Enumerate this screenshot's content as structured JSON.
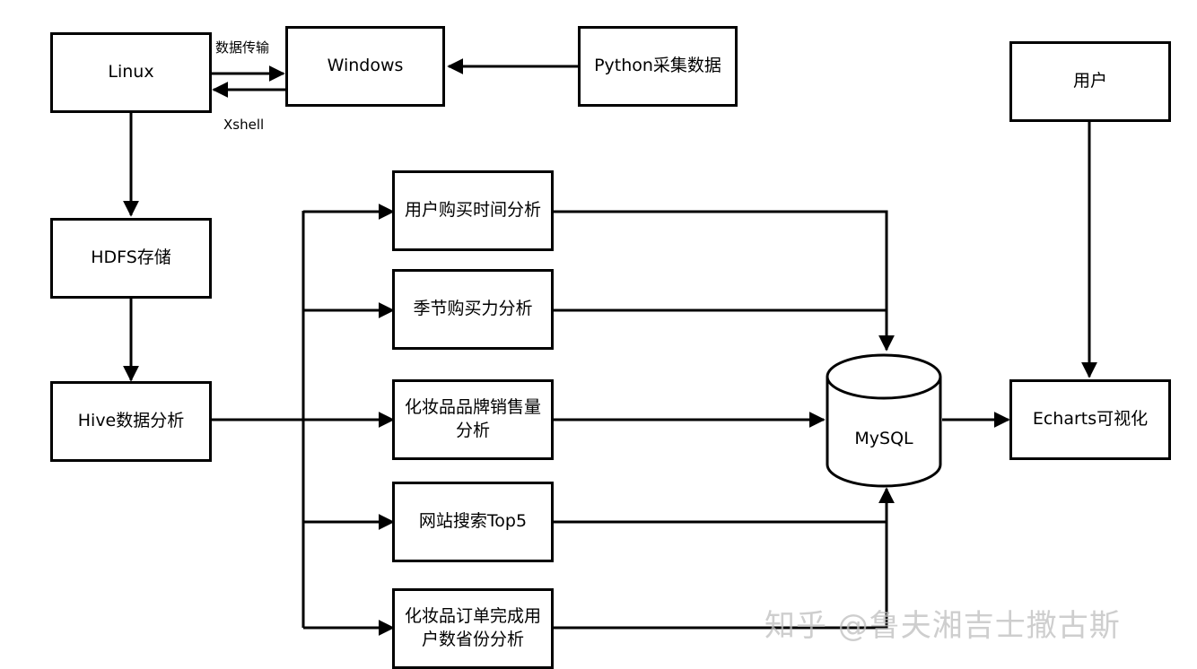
{
  "nodes": {
    "linux": "Linux",
    "windows": "Windows",
    "python": "Python采集数据",
    "hdfs": "HDFS存储",
    "hive": "Hive数据分析",
    "user": "用户",
    "analysis_time": "用户购买时间分析",
    "analysis_season": "季节购买力分析",
    "analysis_brand": "化妆品品牌销售量\n分析",
    "analysis_search": "网站搜索Top5",
    "analysis_province": "化妆品订单完成用\n户数省份分析",
    "mysql": "MySQL",
    "echarts": "Echarts可视化"
  },
  "edge_labels": {
    "transfer": "数据传输",
    "xshell": "Xshell"
  },
  "watermark": "知乎 @鲁夫湘吉士撒古斯"
}
